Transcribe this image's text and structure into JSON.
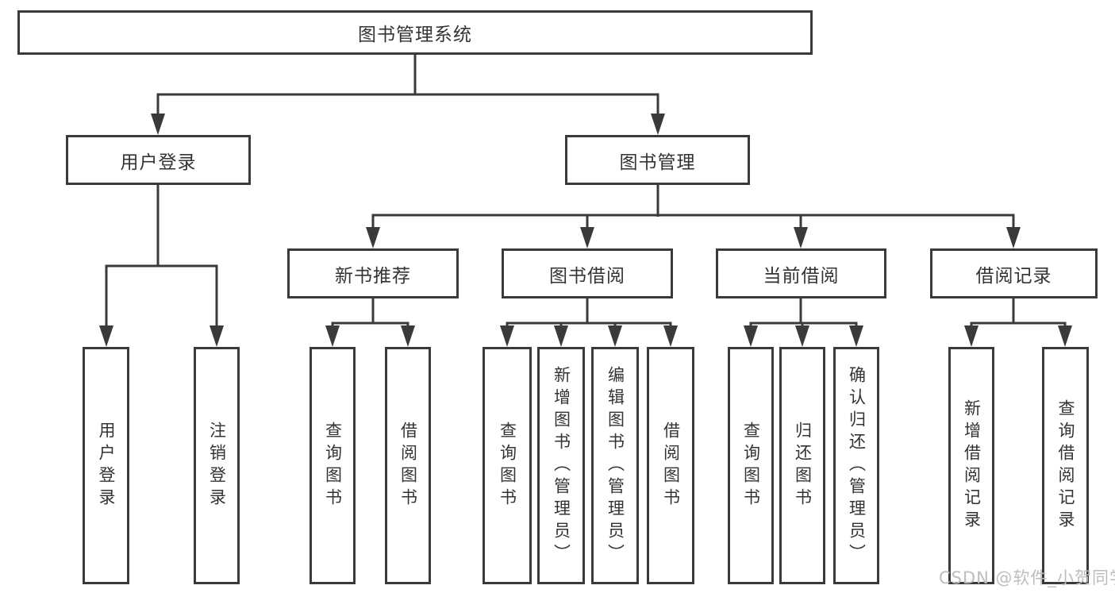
{
  "root": {
    "label": "图书管理系统"
  },
  "user_login": {
    "label": "用户登录",
    "children": [
      {
        "label": "用户登录"
      },
      {
        "label": "注销登录"
      }
    ]
  },
  "book_management": {
    "label": "图书管理",
    "sections": [
      {
        "label": "新书推荐",
        "children": [
          {
            "label": "查询图书"
          },
          {
            "label": "借阅图书"
          }
        ]
      },
      {
        "label": "图书借阅",
        "children": [
          {
            "label": "查询图书"
          },
          {
            "label": "新增图书（管理员）"
          },
          {
            "label": "编辑图书（管理员）"
          },
          {
            "label": "借阅图书"
          }
        ]
      },
      {
        "label": "当前借阅",
        "children": [
          {
            "label": "查询图书"
          },
          {
            "label": "归还图书"
          },
          {
            "label": "确认归还（管理员）"
          }
        ]
      },
      {
        "label": "借阅记录",
        "children": [
          {
            "label": "新增借阅记录"
          },
          {
            "label": "查询借阅记录"
          }
        ]
      }
    ]
  },
  "watermark": {
    "text": "CSDN @软件_小贺同学"
  },
  "colors": {
    "line": "#3a3a3a",
    "text": "#333333",
    "watermark": "#bdbdbd",
    "background": "#ffffff"
  }
}
